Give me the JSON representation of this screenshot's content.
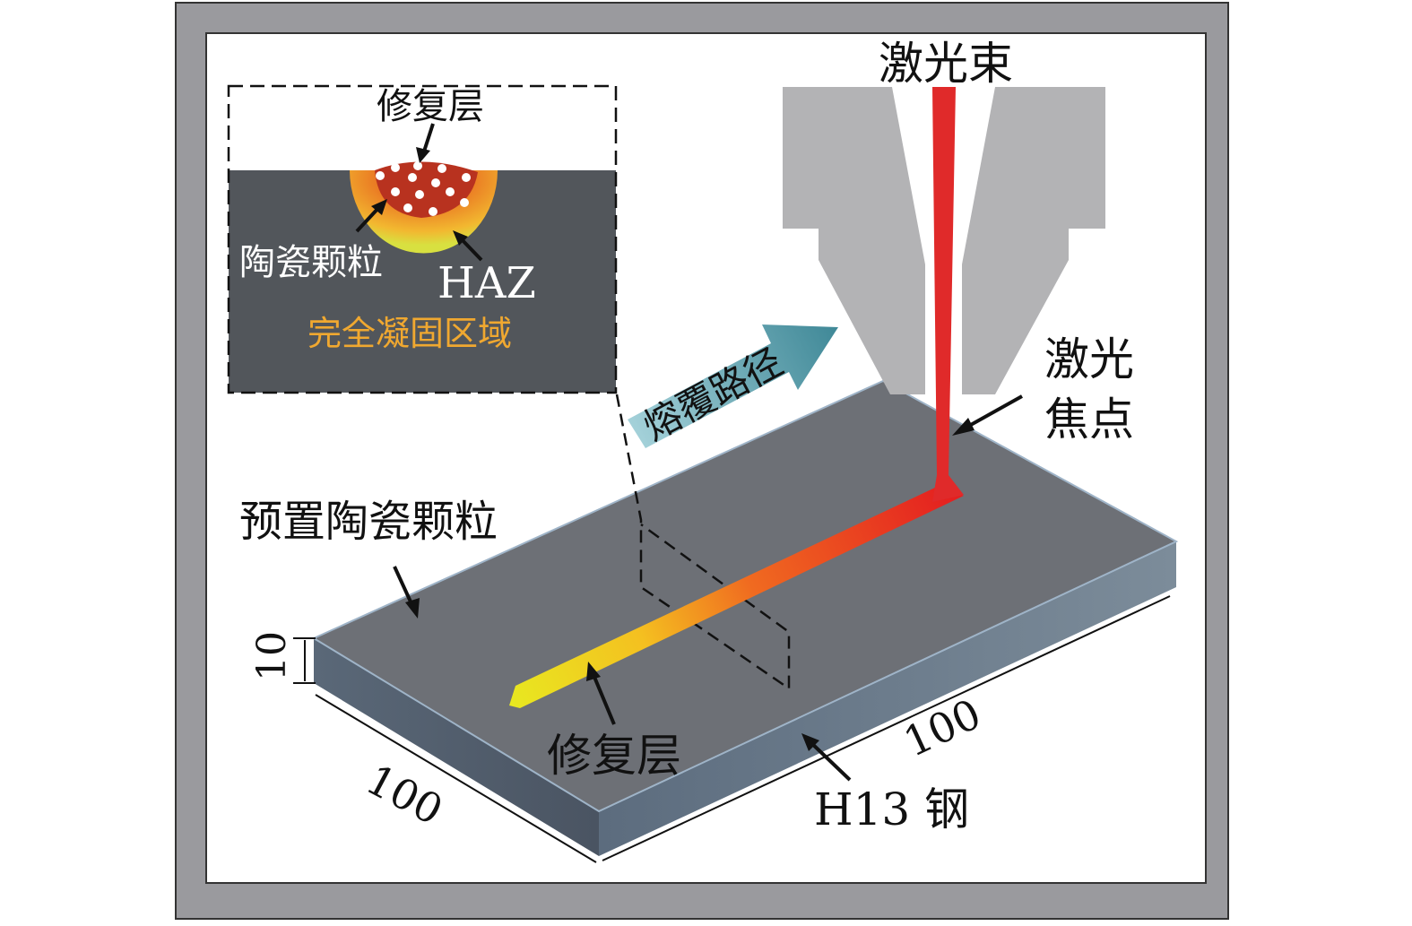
{
  "labels": {
    "laser_beam": "激光束",
    "laser_focus_line1": "激光",
    "laser_focus_line2": "焦点",
    "cladding_path": "熔覆路径",
    "preset_particles": "预置陶瓷颗粒",
    "repair_layer": "修复层",
    "substrate": "H13 钢",
    "dim_thickness": "10",
    "dim_width": "100",
    "dim_length": "100"
  },
  "inset": {
    "repair_layer": "修复层",
    "ceramic_particles": "陶瓷颗粒",
    "haz": "HAZ",
    "solidified_zone": "完全凝固区域"
  },
  "colors": {
    "frame": "#9a9a9e",
    "substrate_top": "#6b6e74",
    "beam": "#e02a2a",
    "nozzle": "#b3b3b5",
    "path_arrow": "#4e95a3",
    "inset_bg": "#52565b",
    "solidified_text": "#f0a830"
  }
}
